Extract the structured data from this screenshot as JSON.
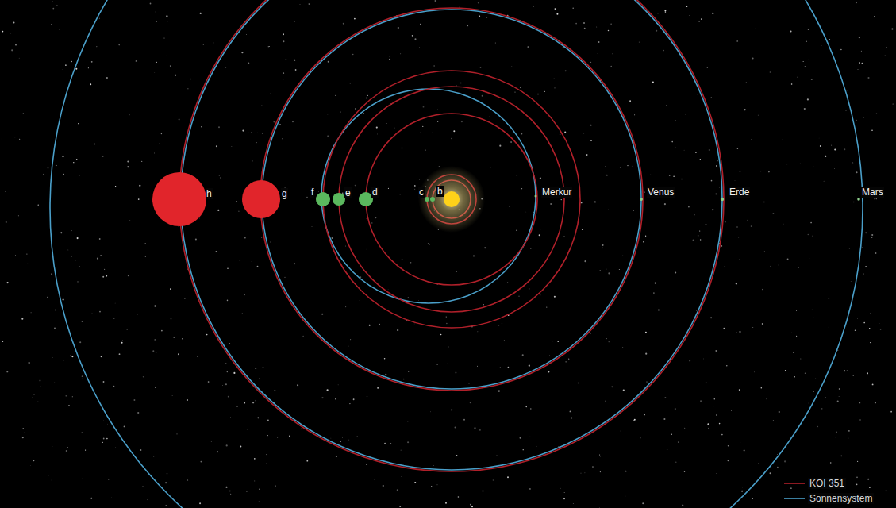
{
  "diagram": {
    "labels": [
      "h",
      "g",
      "f",
      "e",
      "d",
      "c",
      "b",
      "Merkur",
      "Venus",
      "Erde",
      "Mars"
    ],
    "legend": [
      {
        "text": "KOI 351"
      },
      {
        "text": "Sonnensystem"
      }
    ]
  }
}
